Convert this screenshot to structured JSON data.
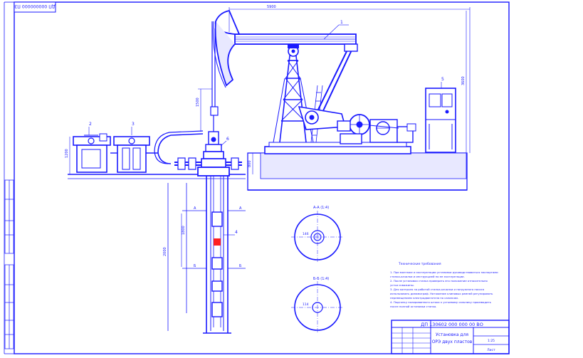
{
  "drawing": {
    "code_stamp": "ДП 000000000 ПЗ",
    "main_width_dim": "5900",
    "height_dim": "3600",
    "polished_rod_dim": "1500",
    "base_dim": "1200",
    "wellhead_dim": "800",
    "tubing_dim": "1800",
    "casing_dim": "2000",
    "callouts": [
      "1",
      "2",
      "3",
      "4",
      "5",
      "6"
    ],
    "section_a_title": "А-А (1:4)",
    "section_b_title": "Б-Б (1:4)",
    "section_a_dim": "146",
    "section_b_dim": "114"
  },
  "notes": {
    "heading": "Технические требования",
    "lines": [
      "1. При монтаже и эксплуатации установки руководствоваться паспортами",
      "станка-качалки и инструкцией по ее эксплуатации.",
      "2. После установки станка проверить его положение относительно",
      "устья скважины.",
      "3. Для контроля за работой станка-качалки и погружного насоса",
      "использовать динамограф. Натяжение клиновых ремней регулировать",
      "перемещением электродвигателя по салазкам.",
      "4. Подгонку полированного штока к устьевому сальнику производить",
      "после полной остановки станка."
    ]
  },
  "title_block": {
    "doc_number": "ДП 130602 000 000 00 ВО",
    "title_line1": "Установка для",
    "title_line2": "ОРЭ двух пластов",
    "scale": "1:25",
    "sheet": "Лист"
  }
}
